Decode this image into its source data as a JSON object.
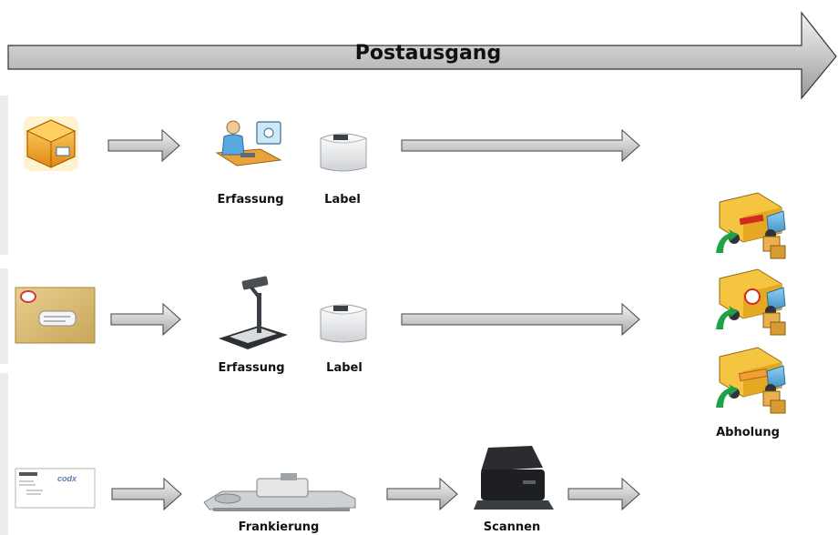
{
  "title": "Postausgang",
  "rows": [
    {
      "steps": [
        {
          "label": "Erfassung"
        },
        {
          "label": "Label"
        }
      ]
    },
    {
      "steps": [
        {
          "label": "Erfassung"
        },
        {
          "label": "Label"
        }
      ]
    },
    {
      "steps": [
        {
          "label": "Frankierung"
        },
        {
          "label": "Scannen"
        }
      ]
    }
  ],
  "pickup_label": "Abholung",
  "envelope_logo": "codx",
  "colors": {
    "arrow_fill": "#d6d6d6",
    "arrow_stroke": "#444444",
    "truck_arrow": "#1fa14a"
  }
}
